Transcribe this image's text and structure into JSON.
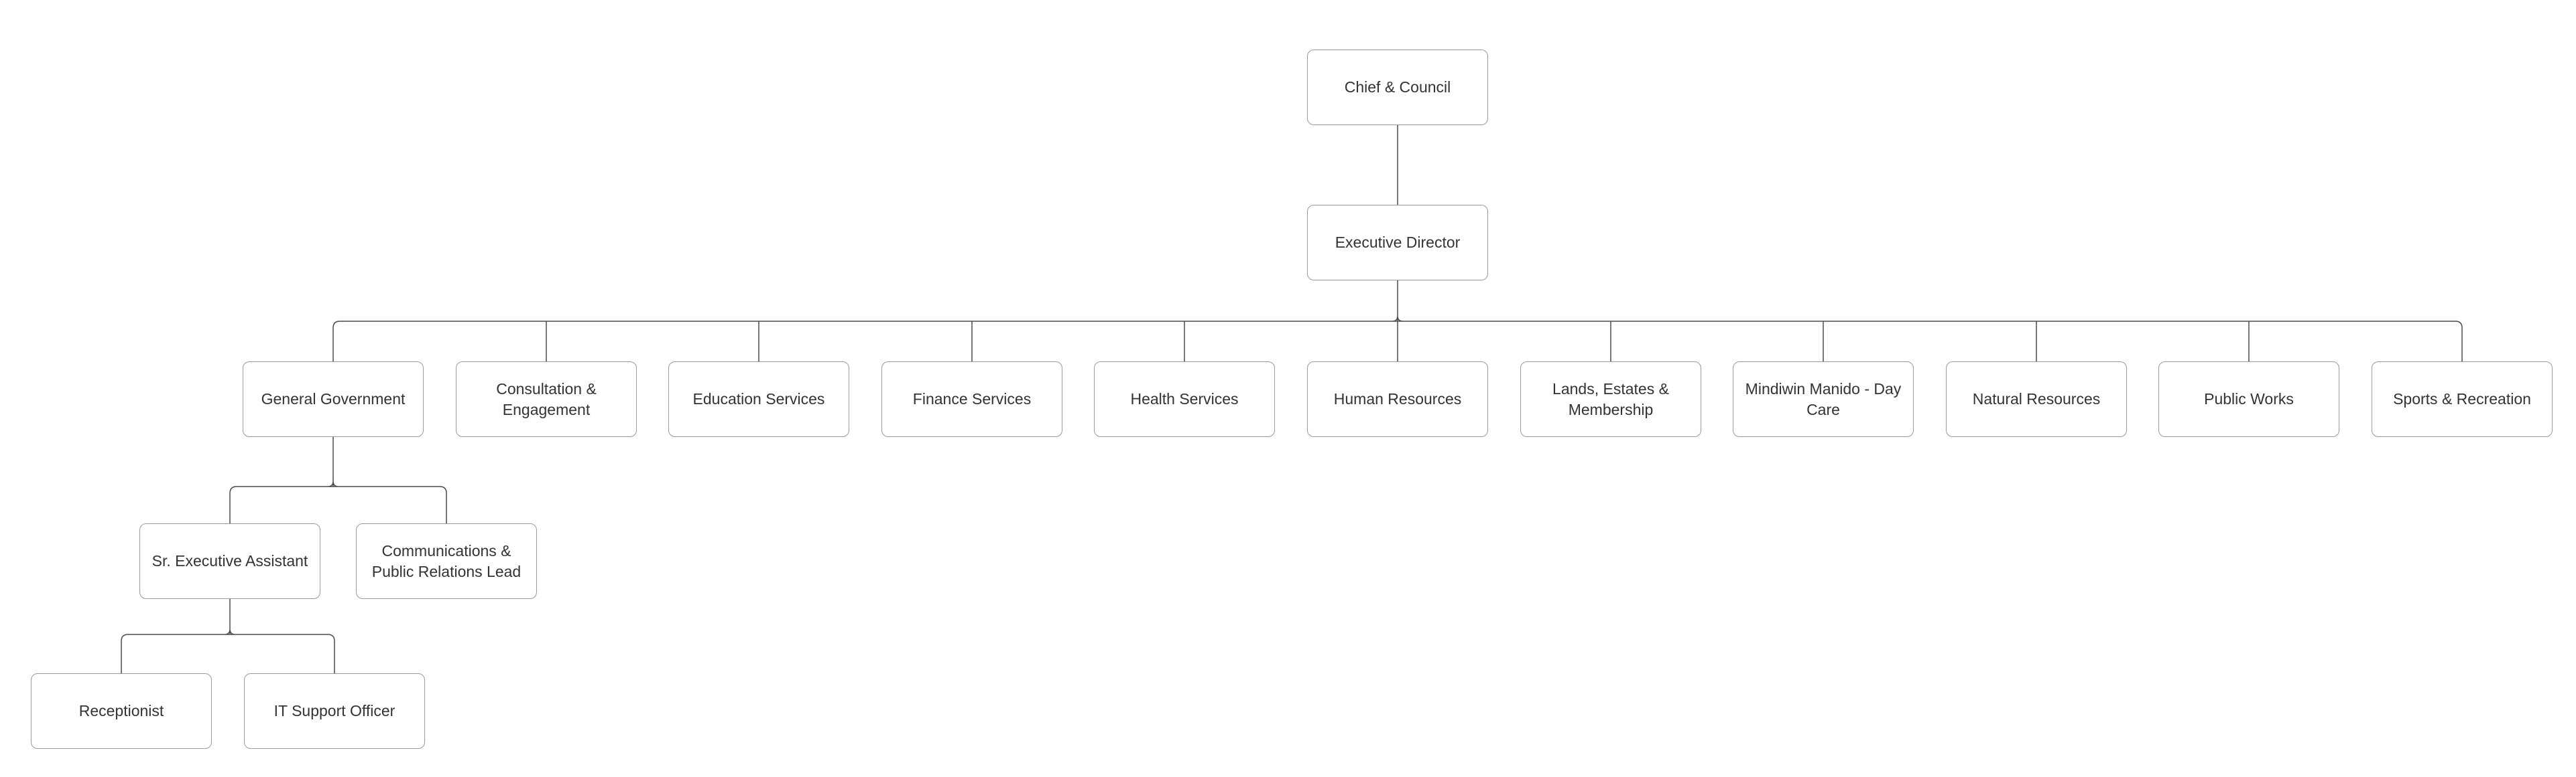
{
  "diagram": {
    "type": "org-chart",
    "colors": {
      "background": "#ffffff",
      "node_fill": "#ffffff",
      "node_border": "#999999",
      "connector": "#4a4a4a",
      "text": "#333333"
    },
    "nodes": [
      {
        "id": "chief-council",
        "label": "Chief & Council",
        "parent": null
      },
      {
        "id": "executive-director",
        "label": "Executive Director",
        "parent": "chief-council"
      },
      {
        "id": "general-government",
        "label": "General Government",
        "parent": "executive-director"
      },
      {
        "id": "consultation-engagement",
        "label": "Consultation & Engagement",
        "parent": "executive-director"
      },
      {
        "id": "education-services",
        "label": "Education Services",
        "parent": "executive-director"
      },
      {
        "id": "finance-services",
        "label": "Finance Services",
        "parent": "executive-director"
      },
      {
        "id": "health-services",
        "label": "Health Services",
        "parent": "executive-director"
      },
      {
        "id": "human-resources",
        "label": "Human Resources",
        "parent": "executive-director"
      },
      {
        "id": "lands-estates-membership",
        "label": "Lands, Estates & Membership",
        "parent": "executive-director"
      },
      {
        "id": "mindiwin-manido-day-care",
        "label": "Mindiwin Manido - Day Care",
        "parent": "executive-director"
      },
      {
        "id": "natural-resources",
        "label": "Natural Resources",
        "parent": "executive-director"
      },
      {
        "id": "public-works",
        "label": "Public Works",
        "parent": "executive-director"
      },
      {
        "id": "sports-recreation",
        "label": "Sports & Recreation",
        "parent": "executive-director"
      },
      {
        "id": "sr-executive-assistant",
        "label": "Sr. Executive Assistant",
        "parent": "general-government"
      },
      {
        "id": "communications-public-relations-lead",
        "label": "Communications & Public Relations Lead",
        "parent": "general-government"
      },
      {
        "id": "receptionist",
        "label": "Receptionist",
        "parent": "sr-executive-assistant"
      },
      {
        "id": "it-support-officer",
        "label": "IT Support Officer",
        "parent": "sr-executive-assistant"
      }
    ]
  }
}
